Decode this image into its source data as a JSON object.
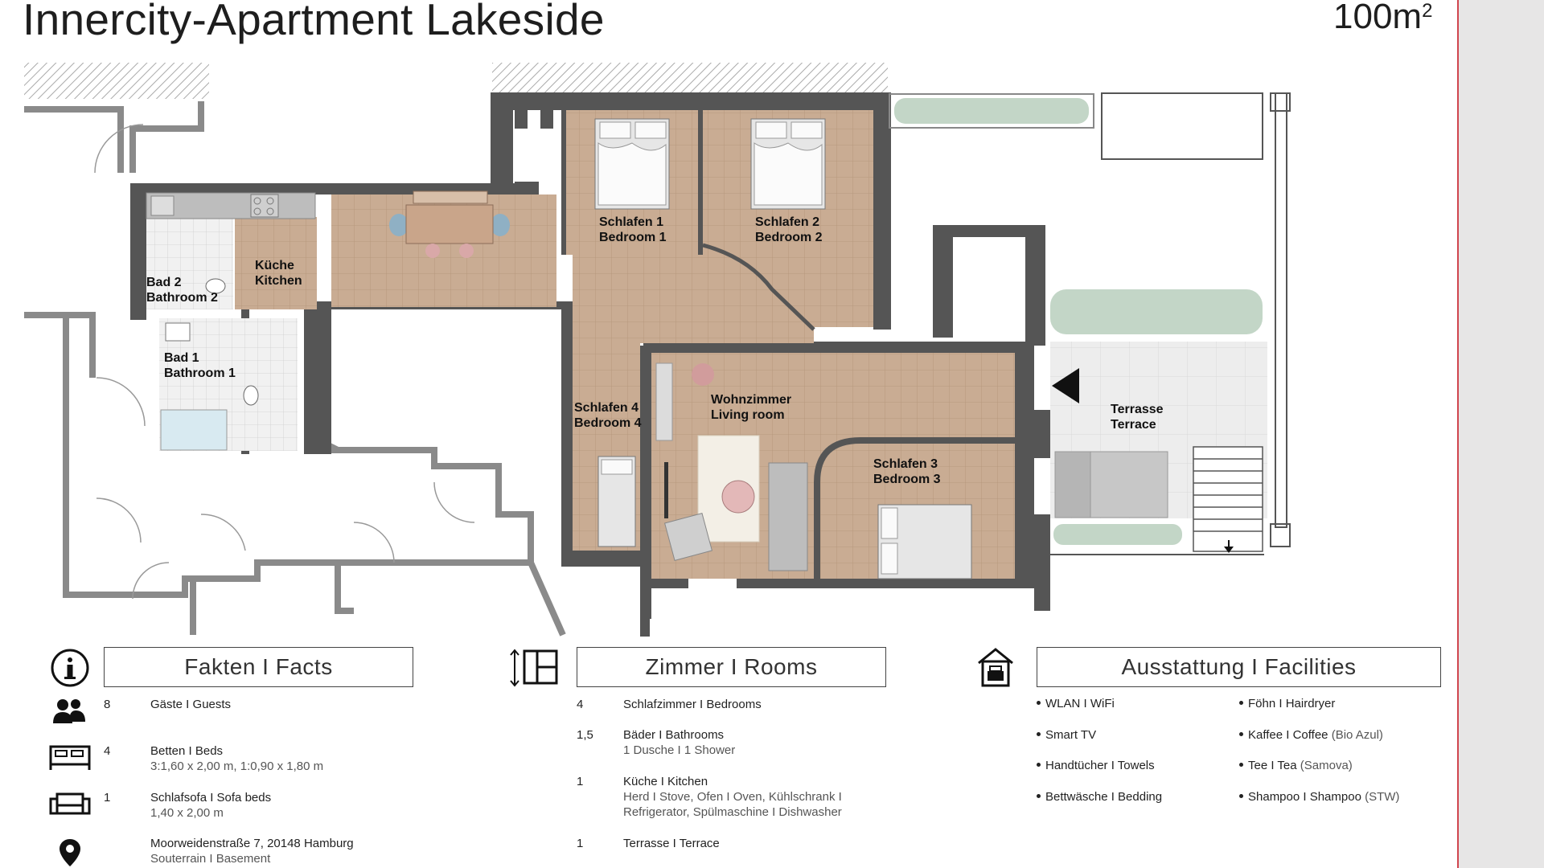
{
  "header": {
    "title": "Innercity-Apartment Lakeside",
    "area_value": "100m",
    "area_sup": "2"
  },
  "plan_labels": {
    "bad2": [
      "Bad 2",
      "Bathroom 2"
    ],
    "kueche": [
      "Küche",
      "Kitchen"
    ],
    "bad1": [
      "Bad 1",
      "Bathroom 1"
    ],
    "schlafen1": [
      "Schlafen 1",
      "Bedroom 1"
    ],
    "schlafen2": [
      "Schlafen 2",
      "Bedroom 2"
    ],
    "schlafen4": [
      "Schlafen 4",
      "Bedroom 4"
    ],
    "wohnzimmer": [
      "Wohnzimmer",
      "Living room"
    ],
    "schlafen3": [
      "Schlafen 3",
      "Bedroom 3"
    ],
    "terrasse": [
      "Terrasse",
      "Terrace"
    ]
  },
  "sections": {
    "facts": "Fakten I Facts",
    "rooms": "Zimmer I Rooms",
    "facilities": "Ausstattung I Facilities"
  },
  "facts": [
    {
      "num": "8",
      "label": "Gäste I Guests",
      "sub": ""
    },
    {
      "num": "4",
      "label": "Betten I Beds",
      "sub": "3:1,60 x 2,00 m, 1:0,90 x 1,80 m"
    },
    {
      "num": "1",
      "label": "Schlafsofa I Sofa beds",
      "sub": "1,40 x 2,00 m"
    },
    {
      "num": "",
      "label": "Moorweidenstraße 7, 20148 Hamburg",
      "sub": "Souterrain I Basement"
    }
  ],
  "rooms": [
    {
      "num": "4",
      "label": "Schlafzimmer I Bedrooms",
      "sub": ""
    },
    {
      "num": "1,5",
      "label": "Bäder I Bathrooms",
      "sub": "1 Dusche I 1 Shower"
    },
    {
      "num": "1",
      "label": "Küche I Kitchen",
      "sub": "Herd I Stove, Ofen I Oven, Kühlschrank I",
      "sub2": "Refrigerator, Spülmaschine I Dishwasher"
    },
    {
      "num": "1",
      "label": "Terrasse I Terrace",
      "sub": ""
    }
  ],
  "facilities": [
    {
      "label": "WLAN I WiFi",
      "paren": ""
    },
    {
      "label": "Föhn I Hairdryer",
      "paren": ""
    },
    {
      "label": "Smart TV",
      "paren": ""
    },
    {
      "label": "Kaffee I Coffee",
      "paren": "(Bio Azul)"
    },
    {
      "label": "Handtücher I Towels",
      "paren": ""
    },
    {
      "label": "Tee I Tea",
      "paren": "(Samova)"
    },
    {
      "label": "Bettwäsche I Bedding",
      "paren": ""
    },
    {
      "label": "Shampoo I Shampoo",
      "paren": "(STW)"
    }
  ],
  "icons": {
    "info": "info-icon",
    "rooms": "floorplan-icon",
    "facilities": "house-icon",
    "guests": "guests-icon",
    "bed": "bed-icon",
    "sofa": "sofa-icon",
    "location": "location-pin-icon"
  },
  "colors": {
    "floor": "#c9ac93",
    "wall": "#555555",
    "accent_border": "#d0454f",
    "sidebar": "#e7e6e6"
  }
}
